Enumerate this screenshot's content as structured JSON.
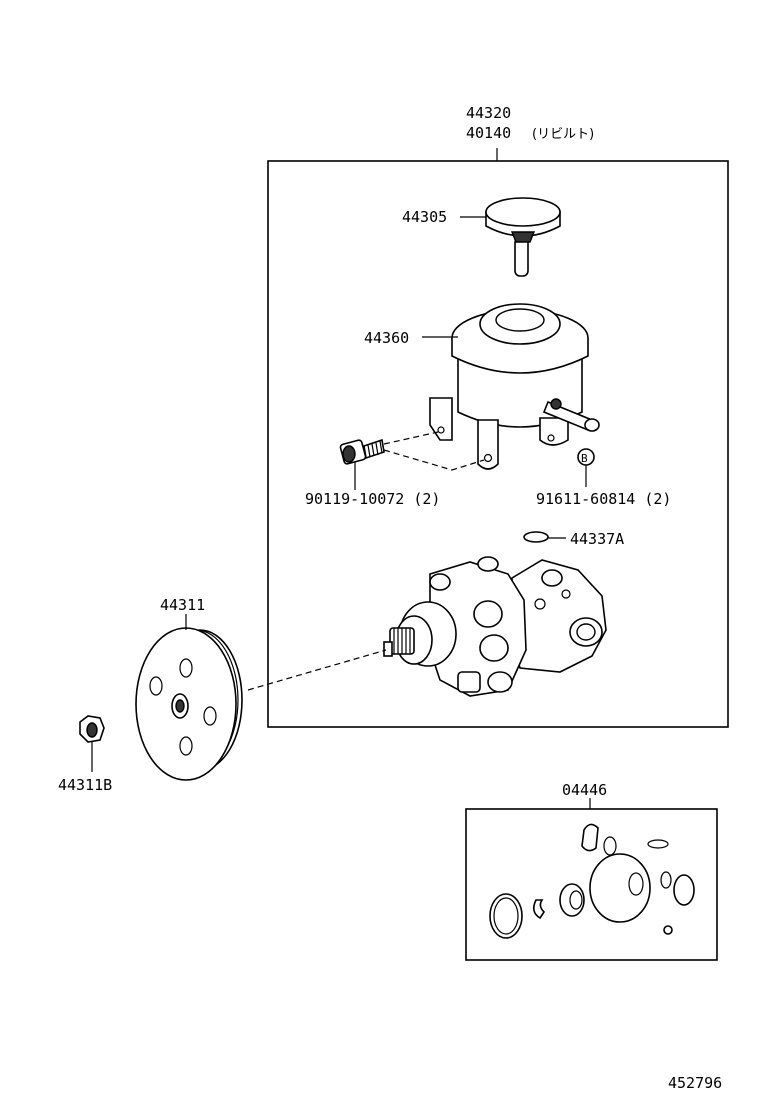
{
  "labels": {
    "assembly_part": "44320",
    "rebuilt_part": "40140",
    "rebuilt_note": "(リビルト)",
    "cap": "44305",
    "reservoir": "44360",
    "bolt": "90119-10072 (2)",
    "bolt_b": "91611-60814 (2)",
    "marker_b": "B",
    "oring": "44337A",
    "pulley": "44311",
    "nut": "44311B",
    "gasket_kit": "04446",
    "diagram_id": "452796"
  },
  "colors": {
    "line": "#000000",
    "background": "#ffffff"
  }
}
